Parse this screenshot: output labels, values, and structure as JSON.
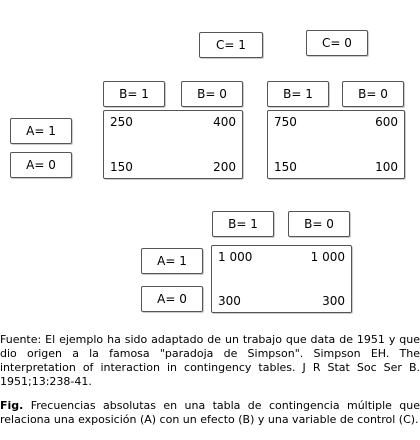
{
  "headers": {
    "c1": "C= 1",
    "c0": "C= 0",
    "b1": "B= 1",
    "b0": "B= 0",
    "a1": "A= 1",
    "a0": "A= 0"
  },
  "tables": {
    "c1": {
      "a1b1": "250",
      "a1b0": "400",
      "a0b1": "150",
      "a0b0": "200"
    },
    "c0": {
      "a1b1": "750",
      "a1b0": "600",
      "a0b1": "150",
      "a0b0": "100"
    },
    "total": {
      "a1b1": "1 000",
      "a1b0": "1 000",
      "a0b1": "300",
      "a0b0": "300"
    }
  },
  "source": "Fuente: El ejemplo ha sido adaptado de un trabajo que data de 1951 y que dio origen a la famosa \"paradoja de Simpson\". Simpson EH. The interpretation of interaction in contingency tables. J R Stat Soc Ser B. 1951;13:238-41.",
  "caption": {
    "label": "Fig.",
    "text": "Frecuencias absolutas en una tabla de contingencia múltiple que relaciona una exposición (A) con un efecto (B) y una variable de control (C)."
  }
}
